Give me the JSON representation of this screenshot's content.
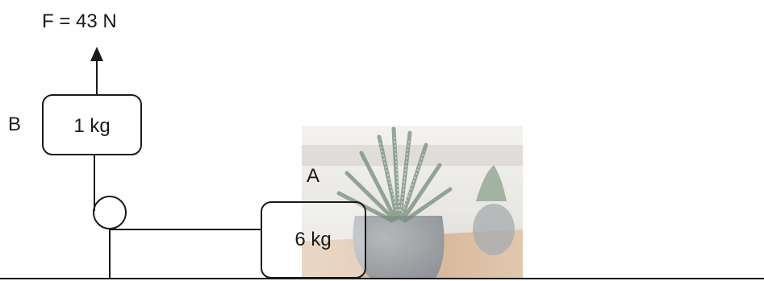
{
  "force": {
    "label": "F = 43 N"
  },
  "block_b": {
    "name": "B",
    "mass_label": "1 kg"
  },
  "block_a": {
    "name": "A",
    "mass_label": "6 kg"
  },
  "colors": {
    "ink": "#1a1a1a",
    "background": "#ffffff",
    "photo_wall": "#e4e2de",
    "photo_table": "#c9a07a",
    "photo_pot": "#8f9498",
    "photo_plant": "#6f8a74"
  }
}
